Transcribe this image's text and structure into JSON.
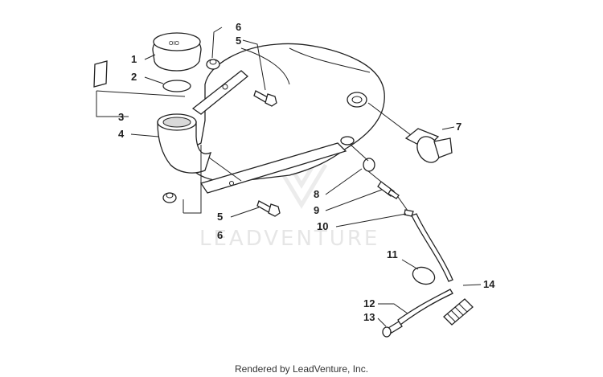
{
  "watermark": "LEADVENTURE",
  "footer": "Rendered by LeadVenture, Inc.",
  "callouts": {
    "c1": "1",
    "c2": "2",
    "c3": "3",
    "c4": "4",
    "c5a": "5",
    "c6a": "6",
    "c5b": "5",
    "c6b": "6",
    "c7": "7",
    "c8": "8",
    "c9": "9",
    "c10": "10",
    "c11": "11",
    "c12": "12",
    "c13": "13",
    "c14": "14"
  }
}
